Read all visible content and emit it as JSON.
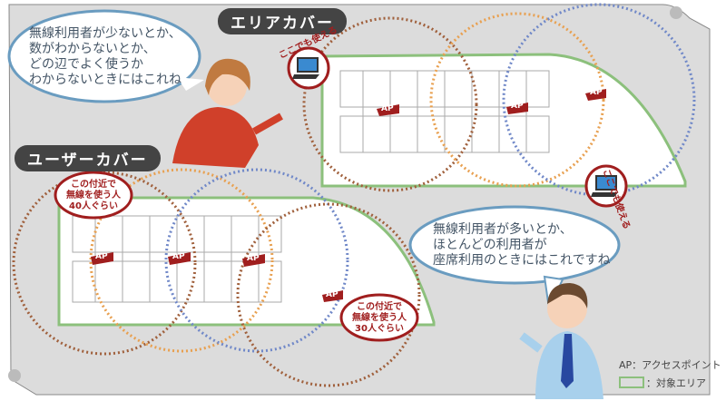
{
  "sections": {
    "area_cover_title": "エリアカバー",
    "user_cover_title": "ユーザーカバー"
  },
  "bubbles": {
    "woman": [
      "無線利用者が少ないとか、",
      "数がわからないとか、",
      "どの辺でよく使うか",
      "わからないときにはこれね"
    ],
    "man": [
      "無線利用者が多いとか、",
      "ほとんどの利用者が",
      "座席利用のときにはこれですね"
    ]
  },
  "callouts": {
    "laptop_top": "ここでも使える",
    "laptop_right": "ここでも使える",
    "users_40": [
      "この付近で",
      "無線を使う人",
      "40人ぐらい"
    ],
    "users_30": [
      "この付近で",
      "無線を使う人",
      "30人ぐらい"
    ]
  },
  "ap_label": "AP",
  "legend": {
    "ap": "AP：アクセスポイント",
    "area": "：対象エリア"
  },
  "colors": {
    "brown_circle": "#a0603c",
    "orange_circle": "#e8a050",
    "blue_circle": "#7088c8",
    "ap_red": "#a01e1e",
    "area_green": "#8cc07c"
  }
}
